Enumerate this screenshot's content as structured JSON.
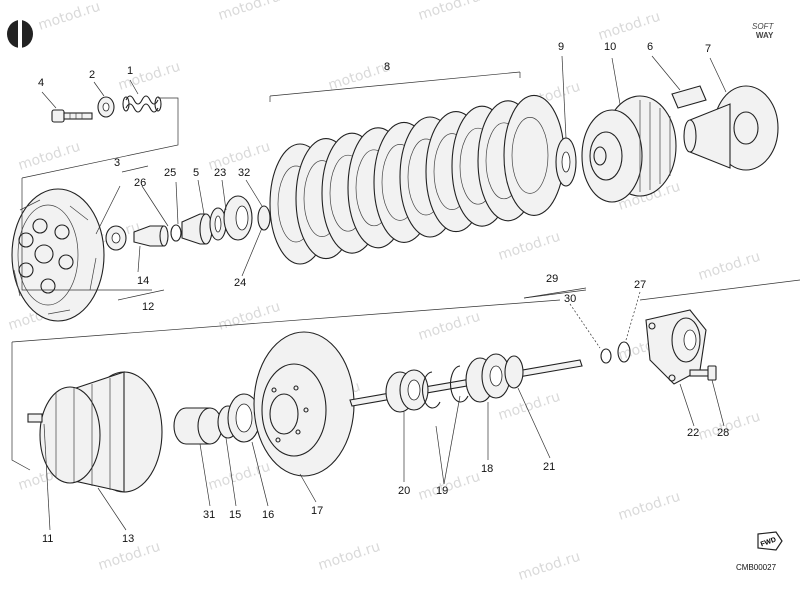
{
  "diagram": {
    "part_labels": [
      "1",
      "2",
      "3",
      "4",
      "5",
      "6",
      "7",
      "8",
      "9",
      "10",
      "11",
      "12",
      "13",
      "14",
      "15",
      "16",
      "17",
      "18",
      "19",
      "20",
      "21",
      "22",
      "23",
      "24",
      "25",
      "26",
      "27",
      "28",
      "29",
      "30",
      "31",
      "32"
    ],
    "drawing_code": "CMB00027",
    "brand_line1": "SOFT",
    "brand_line2": "WAY",
    "fwd_label": "FWD",
    "watermark": "motod.ru"
  }
}
